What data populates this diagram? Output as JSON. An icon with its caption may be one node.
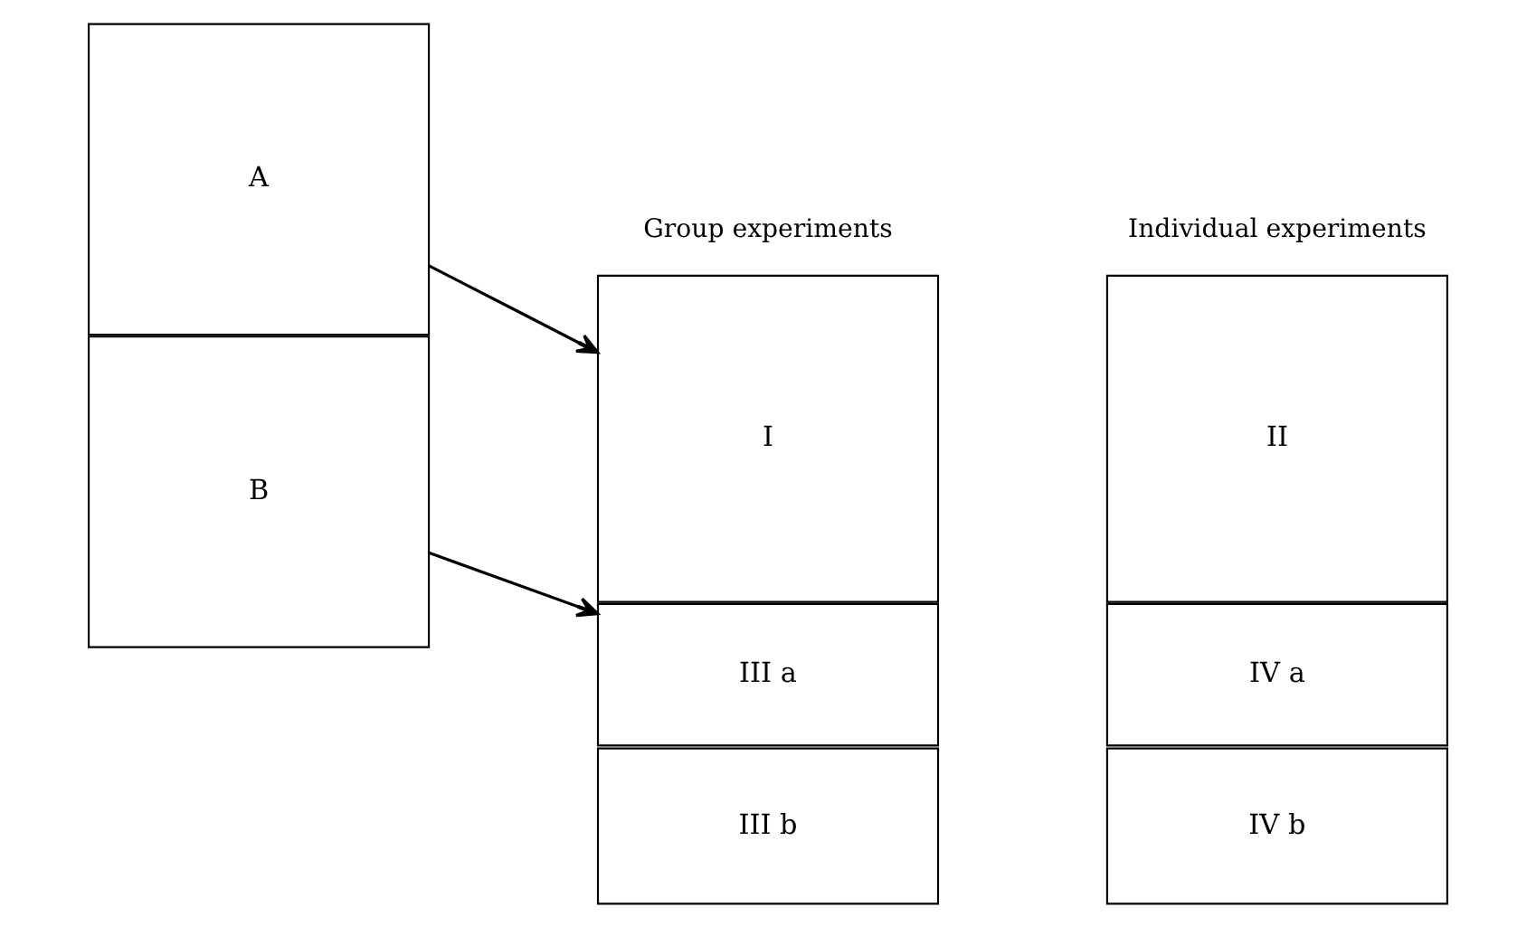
{
  "diagram": {
    "nodes": [
      {
        "text": [
          "A"
        ]
      },
      {
        "text": [
          "B"
        ]
      },
      {
        "text": [
          "I"
        ]
      },
      {
        "text": [
          "II"
        ]
      },
      {
        "text": [
          "III a"
        ]
      },
      {
        "text": [
          "IV a"
        ]
      },
      {
        "text": [
          "III b"
        ]
      },
      {
        "text": [
          "IV b"
        ]
      }
    ],
    "edges": [
      {
        "from": 0,
        "to": 2,
        "arrow": "to"
      },
      {
        "from": 1,
        "to": 4,
        "arrow": "to"
      }
    ],
    "labels": [
      "Group experiments",
      "Individual experiments"
    ]
  }
}
